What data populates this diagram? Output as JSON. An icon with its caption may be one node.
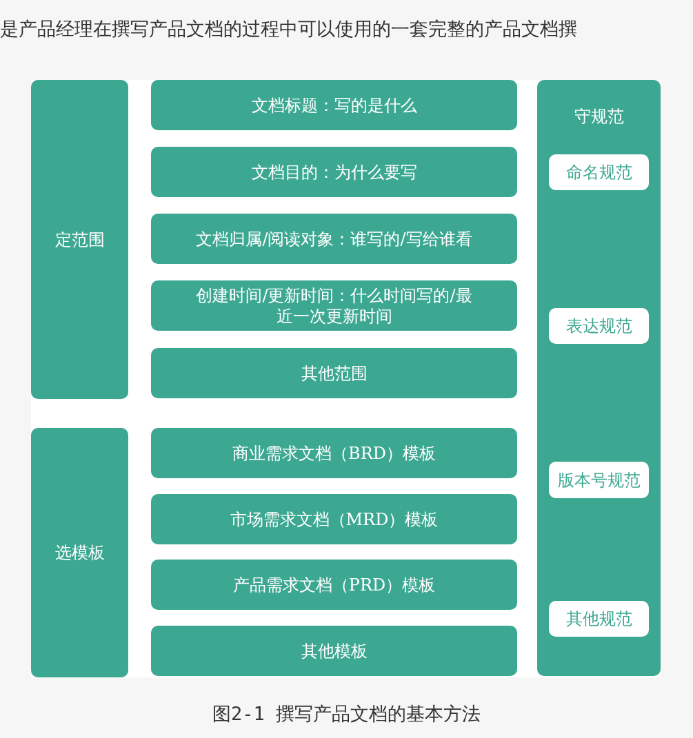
{
  "diagram": {
    "caption": "图2-1 撰写产品文档的基本方法",
    "nodes": [
      {
        "text": [
          "定范围"
        ]
      },
      {
        "text": [
          "文档标题：写的是什么"
        ]
      },
      {
        "text": [
          "文档目的：为什么要写"
        ]
      },
      {
        "text": [
          "文档归属/阅读对象：谁写的/写给谁看"
        ]
      },
      {
        "text": [
          "创建时间/更新时间：什么时间写的/最近一次更新时间"
        ]
      },
      {
        "text": [
          "其他范围"
        ]
      },
      {
        "text": [
          "选模板"
        ]
      },
      {
        "text": [
          "商业需求文档（BRD）模板"
        ]
      },
      {
        "text": [
          "市场需求文档（MRD）模板"
        ]
      },
      {
        "text": [
          "产品需求文档（PRD）模板"
        ]
      },
      {
        "text": [
          "其他模板"
        ]
      },
      {
        "text": [
          "守规范"
        ]
      },
      {
        "text": [
          "命名规范"
        ],
        "in": 11
      },
      {
        "text": [
          "表达规范"
        ],
        "in": 11
      },
      {
        "text": [
          "版本号规范"
        ],
        "in": 11
      },
      {
        "text": [
          "其他规范"
        ],
        "in": 11
      }
    ],
    "labels": [
      "是产品经理在撰写产品文档的过程中可以使用的一套完整的产品文档撰"
    ]
  }
}
